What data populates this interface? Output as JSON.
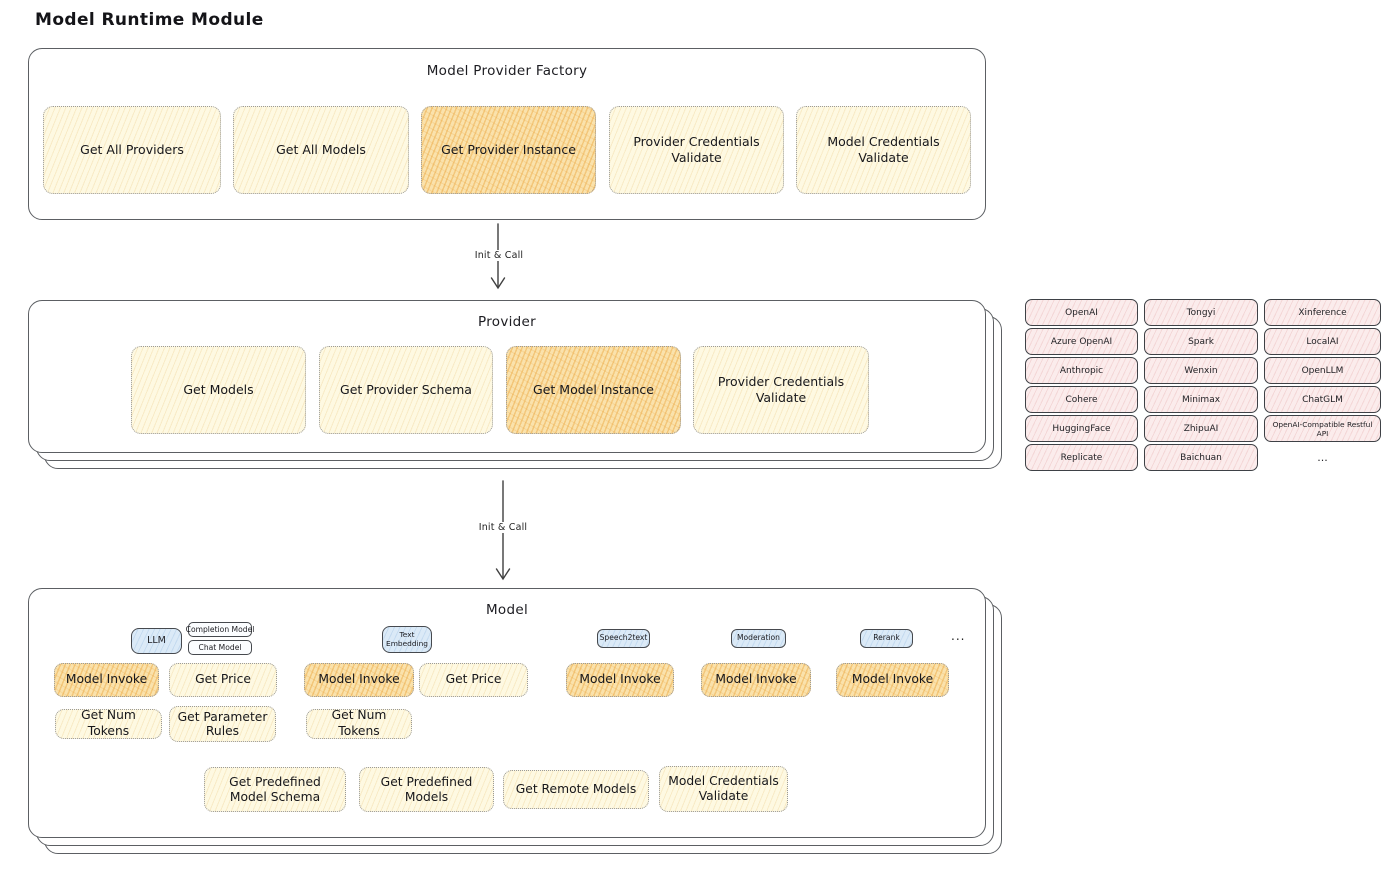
{
  "page_title": "Model Runtime Module",
  "factory": {
    "title": "Model Provider Factory",
    "boxes": [
      {
        "label": "Get All Providers"
      },
      {
        "label": "Get All Models"
      },
      {
        "label": "Get Provider Instance"
      },
      {
        "label": "Provider Credentials Validate"
      },
      {
        "label": "Model Credentials Validate"
      }
    ]
  },
  "arrows": {
    "factory_to_provider": "Init & Call",
    "provider_to_model": "Init & Call"
  },
  "provider": {
    "title": "Provider",
    "boxes": [
      {
        "label": "Get Models"
      },
      {
        "label": "Get Provider Schema"
      },
      {
        "label": "Get Model Instance"
      },
      {
        "label": "Provider Credentials Validate"
      }
    ]
  },
  "providers_panel": {
    "items": [
      "OpenAI",
      "Tongyi",
      "Xinference",
      "Azure OpenAI",
      "Spark",
      "LocalAI",
      "Anthropic",
      "Wenxin",
      "OpenLLM",
      "Cohere",
      "Minimax",
      "ChatGLM",
      "HuggingFace",
      "ZhipuAI",
      "OpenAI-Compatible Restful API",
      "Replicate",
      "Baichuan"
    ],
    "more": "..."
  },
  "model": {
    "title": "Model",
    "tags": {
      "llm": "LLM",
      "completion_model": "Completion Model",
      "chat_model": "Chat Model",
      "text_embedding": "Text Embedding",
      "speech2text": "Speech2text",
      "moderation": "Moderation",
      "rerank": "Rerank",
      "more": "..."
    },
    "function_boxes": {
      "llm_invoke": "Model Invoke",
      "llm_get_price": "Get Price",
      "llm_get_num_tokens": "Get Num Tokens",
      "llm_get_parameter_rules": "Get Parameter Rules",
      "embedding_invoke": "Model Invoke",
      "embedding_get_price": "Get Price",
      "embedding_get_num_tokens": "Get Num Tokens",
      "speech2text_invoke": "Model Invoke",
      "moderation_invoke": "Model Invoke",
      "rerank_invoke": "Model Invoke",
      "get_predefined_model_schema": "Get Predefined Model Schema",
      "get_predefined_models": "Get Predefined Models",
      "get_remote_models": "Get Remote Models",
      "model_credentials_validate": "Model Credentials Validate"
    }
  },
  "colors": {
    "highlight_fill": "#FAE2AC",
    "yellow_fill": "#FEF9E2",
    "pink_fill": "#FBECEC",
    "blue_fill": "#DBEAF7",
    "sheet_border": "#5C5F63"
  }
}
